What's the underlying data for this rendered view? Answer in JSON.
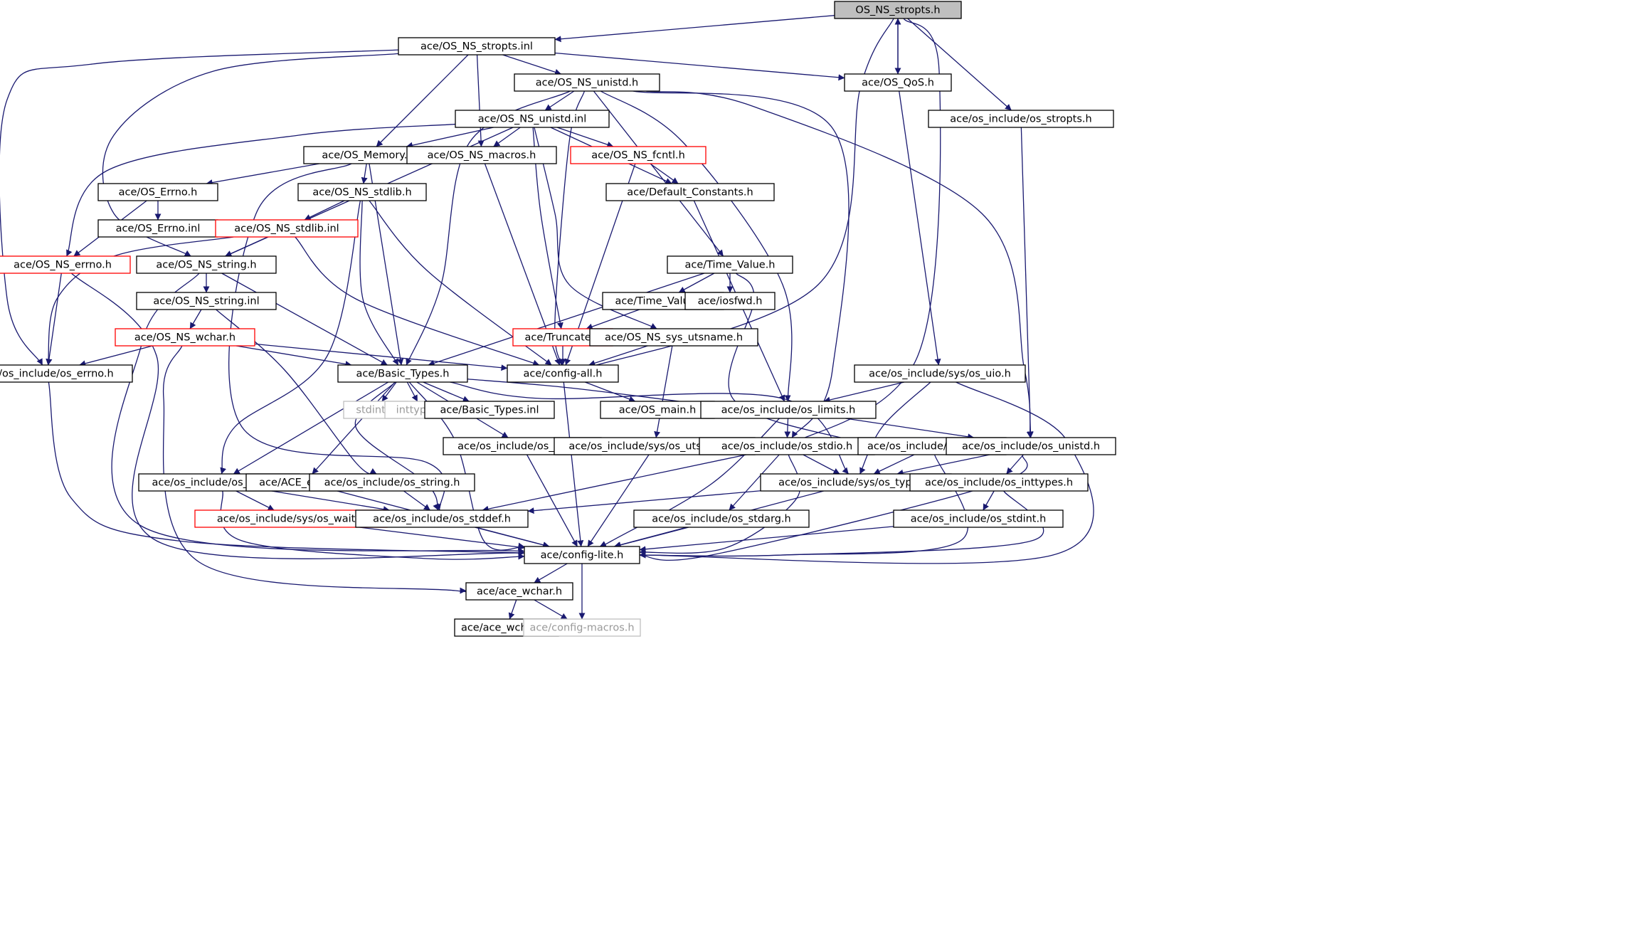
{
  "colors": {
    "edge": "#191970",
    "root_fill": "#bfbfbf",
    "red_border": "#ff0000",
    "light_border": "#bfbfbf"
  },
  "nodes": [
    {
      "id": "n0",
      "label": "OS_NS_stropts.h",
      "style": "gray"
    },
    {
      "id": "n1",
      "label": "ace/OS_NS_stropts.inl",
      "style": "normal"
    },
    {
      "id": "n2",
      "label": "ace/OS_NS_unistd.h",
      "style": "normal"
    },
    {
      "id": "n3",
      "label": "ace/OS_QoS.h",
      "style": "normal"
    },
    {
      "id": "n4",
      "label": "ace/os_include/os_stropts.h",
      "style": "normal"
    },
    {
      "id": "n5",
      "label": "ace/OS_NS_unistd.inl",
      "style": "normal"
    },
    {
      "id": "n6",
      "label": "ace/OS_Memory.h",
      "style": "normal"
    },
    {
      "id": "n7",
      "label": "ace/OS_NS_macros.h",
      "style": "normal"
    },
    {
      "id": "n8",
      "label": "ace/OS_NS_fcntl.h",
      "style": "red"
    },
    {
      "id": "n9",
      "label": "ace/Default_Constants.h",
      "style": "normal"
    },
    {
      "id": "n10",
      "label": "ace/OS_Errno.h",
      "style": "normal"
    },
    {
      "id": "n11",
      "label": "ace/OS_NS_stdlib.h",
      "style": "normal"
    },
    {
      "id": "n12",
      "label": "ace/OS_Errno.inl",
      "style": "normal"
    },
    {
      "id": "n13",
      "label": "ace/OS_NS_stdlib.inl",
      "style": "red"
    },
    {
      "id": "n14",
      "label": "ace/OS_NS_errno.h",
      "style": "red"
    },
    {
      "id": "n15",
      "label": "ace/OS_NS_string.h",
      "style": "normal"
    },
    {
      "id": "n16",
      "label": "ace/Time_Value.h",
      "style": "normal"
    },
    {
      "id": "n17",
      "label": "ace/OS_NS_string.inl",
      "style": "normal"
    },
    {
      "id": "n18",
      "label": "ace/Time_Value.inl",
      "style": "normal"
    },
    {
      "id": "n19",
      "label": "ace/iosfwd.h",
      "style": "normal"
    },
    {
      "id": "n20",
      "label": "ace/OS_NS_wchar.h",
      "style": "red"
    },
    {
      "id": "n21",
      "label": "ace/Truncate.h",
      "style": "red"
    },
    {
      "id": "n22",
      "label": "ace/OS_NS_sys_utsname.h",
      "style": "normal"
    },
    {
      "id": "n23",
      "label": "ace/os_include/os_errno.h",
      "style": "normal"
    },
    {
      "id": "n24",
      "label": "ace/Basic_Types.h",
      "style": "normal"
    },
    {
      "id": "n25",
      "label": "ace/config-all.h",
      "style": "normal"
    },
    {
      "id": "n26",
      "label": "ace/os_include/sys/os_uio.h",
      "style": "normal"
    },
    {
      "id": "n27",
      "label": "stdint.h",
      "style": "light"
    },
    {
      "id": "n28",
      "label": "inttypes.h",
      "style": "light"
    },
    {
      "id": "n29",
      "label": "ace/Basic_Types.inl",
      "style": "normal"
    },
    {
      "id": "n30",
      "label": "ace/OS_main.h",
      "style": "normal"
    },
    {
      "id": "n31",
      "label": "ace/os_include/os_limits.h",
      "style": "normal"
    },
    {
      "id": "n32",
      "label": "ace/os_include/os_float.h",
      "style": "normal"
    },
    {
      "id": "n33",
      "label": "ace/os_include/sys/os_utsname.h",
      "style": "normal"
    },
    {
      "id": "n34",
      "label": "ace/os_include/os_stdio.h",
      "style": "normal"
    },
    {
      "id": "n35",
      "label": "ace/os_include/os_time.h",
      "style": "normal"
    },
    {
      "id": "n36",
      "label": "ace/os_include/os_unistd.h",
      "style": "normal"
    },
    {
      "id": "n37",
      "label": "ace/os_include/os_stdlib.h",
      "style": "normal"
    },
    {
      "id": "n38",
      "label": "ace/ACE_export.h",
      "style": "normal"
    },
    {
      "id": "n39",
      "label": "ace/os_include/os_string.h",
      "style": "normal"
    },
    {
      "id": "n40",
      "label": "ace/os_include/sys/os_types.h",
      "style": "normal"
    },
    {
      "id": "n41",
      "label": "ace/os_include/os_inttypes.h",
      "style": "normal"
    },
    {
      "id": "n42",
      "label": "ace/os_include/sys/os_wait.h",
      "style": "red"
    },
    {
      "id": "n43",
      "label": "ace/os_include/os_stddef.h",
      "style": "normal"
    },
    {
      "id": "n44",
      "label": "ace/os_include/os_stdarg.h",
      "style": "normal"
    },
    {
      "id": "n45",
      "label": "ace/os_include/os_stdint.h",
      "style": "normal"
    },
    {
      "id": "n46",
      "label": "ace/config-lite.h",
      "style": "normal"
    },
    {
      "id": "n47",
      "label": "ace/ace_wchar.h",
      "style": "normal"
    },
    {
      "id": "n48",
      "label": "ace/ace_wchar.inl",
      "style": "normal"
    },
    {
      "id": "n49",
      "label": "ace/config-macros.h",
      "style": "light"
    }
  ],
  "edges": [
    [
      "n0",
      "n1"
    ],
    [
      "n0",
      "n3"
    ],
    [
      "n0",
      "n4"
    ],
    [
      "n0",
      "n25"
    ],
    [
      "n0",
      "n34"
    ],
    [
      "n1",
      "n2"
    ],
    [
      "n1",
      "n3"
    ],
    [
      "n1",
      "n6"
    ],
    [
      "n1",
      "n7"
    ],
    [
      "n1",
      "n15"
    ],
    [
      "n1",
      "n23"
    ],
    [
      "n2",
      "n5"
    ],
    [
      "n2",
      "n24"
    ],
    [
      "n2",
      "n25"
    ],
    [
      "n2",
      "n16"
    ],
    [
      "n2",
      "n31"
    ],
    [
      "n2",
      "n34"
    ],
    [
      "n2",
      "n36"
    ],
    [
      "n3",
      "n0"
    ],
    [
      "n3",
      "n26"
    ],
    [
      "n4",
      "n36"
    ],
    [
      "n5",
      "n6"
    ],
    [
      "n5",
      "n7"
    ],
    [
      "n5",
      "n8"
    ],
    [
      "n5",
      "n9"
    ],
    [
      "n5",
      "n14"
    ],
    [
      "n5",
      "n15"
    ],
    [
      "n5",
      "n21"
    ],
    [
      "n5",
      "n22"
    ],
    [
      "n6",
      "n10"
    ],
    [
      "n6",
      "n11"
    ],
    [
      "n6",
      "n24"
    ],
    [
      "n6",
      "n43"
    ],
    [
      "n7",
      "n25"
    ],
    [
      "n8",
      "n9"
    ],
    [
      "n8",
      "n25"
    ],
    [
      "n9",
      "n31"
    ],
    [
      "n10",
      "n12"
    ],
    [
      "n10",
      "n14"
    ],
    [
      "n11",
      "n13"
    ],
    [
      "n11",
      "n24"
    ],
    [
      "n11",
      "n25"
    ],
    [
      "n11",
      "n37"
    ],
    [
      "n13",
      "n15"
    ],
    [
      "n13",
      "n23"
    ],
    [
      "n13",
      "n25"
    ],
    [
      "n14",
      "n23"
    ],
    [
      "n14",
      "n46"
    ],
    [
      "n15",
      "n17"
    ],
    [
      "n15",
      "n24"
    ],
    [
      "n15",
      "n46"
    ],
    [
      "n16",
      "n18"
    ],
    [
      "n16",
      "n19"
    ],
    [
      "n16",
      "n24"
    ],
    [
      "n16",
      "n35"
    ],
    [
      "n17",
      "n20"
    ],
    [
      "n17",
      "n39"
    ],
    [
      "n18",
      "n21"
    ],
    [
      "n20",
      "n23"
    ],
    [
      "n20",
      "n24"
    ],
    [
      "n20",
      "n25"
    ],
    [
      "n20",
      "n47"
    ],
    [
      "n21",
      "n25"
    ],
    [
      "n22",
      "n25"
    ],
    [
      "n22",
      "n33"
    ],
    [
      "n23",
      "n46"
    ],
    [
      "n24",
      "n27"
    ],
    [
      "n24",
      "n28"
    ],
    [
      "n24",
      "n29"
    ],
    [
      "n24",
      "n31"
    ],
    [
      "n24",
      "n32"
    ],
    [
      "n24",
      "n37"
    ],
    [
      "n24",
      "n38"
    ],
    [
      "n24",
      "n43"
    ],
    [
      "n24",
      "n40"
    ],
    [
      "n24",
      "n46"
    ],
    [
      "n25",
      "n30"
    ],
    [
      "n25",
      "n46"
    ],
    [
      "n26",
      "n31"
    ],
    [
      "n26",
      "n40"
    ],
    [
      "n26",
      "n46"
    ],
    [
      "n31",
      "n34"
    ],
    [
      "n31",
      "n36"
    ],
    [
      "n31",
      "n46"
    ],
    [
      "n32",
      "n46"
    ],
    [
      "n33",
      "n46"
    ],
    [
      "n34",
      "n40"
    ],
    [
      "n34",
      "n43"
    ],
    [
      "n34",
      "n44"
    ],
    [
      "n34",
      "n46"
    ],
    [
      "n35",
      "n40"
    ],
    [
      "n35",
      "n46"
    ],
    [
      "n36",
      "n40"
    ],
    [
      "n36",
      "n41"
    ],
    [
      "n36",
      "n46"
    ],
    [
      "n37",
      "n42"
    ],
    [
      "n37",
      "n43"
    ],
    [
      "n37",
      "n46"
    ],
    [
      "n38",
      "n46"
    ],
    [
      "n39",
      "n43"
    ],
    [
      "n40",
      "n43"
    ],
    [
      "n40",
      "n46"
    ],
    [
      "n41",
      "n45"
    ],
    [
      "n41",
      "n46"
    ],
    [
      "n42",
      "n46"
    ],
    [
      "n43",
      "n46"
    ],
    [
      "n44",
      "n46"
    ],
    [
      "n45",
      "n46"
    ],
    [
      "n46",
      "n47"
    ],
    [
      "n46",
      "n49"
    ],
    [
      "n47",
      "n48"
    ],
    [
      "n47",
      "n49"
    ]
  ]
}
